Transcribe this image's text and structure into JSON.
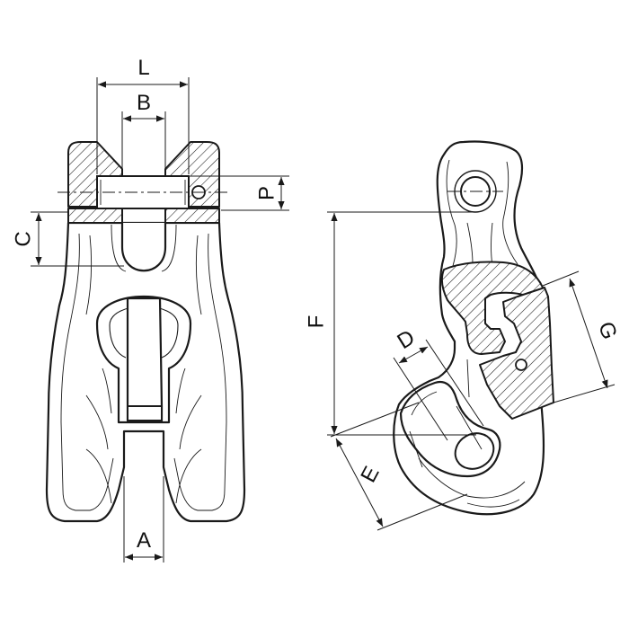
{
  "labels": {
    "L": "L",
    "B": "B",
    "P": "P",
    "C": "C",
    "A": "A",
    "F": "F",
    "D": "D",
    "E": "E",
    "G": "G"
  },
  "colors": {
    "line": "#1a1a1a",
    "background": "#ffffff"
  }
}
